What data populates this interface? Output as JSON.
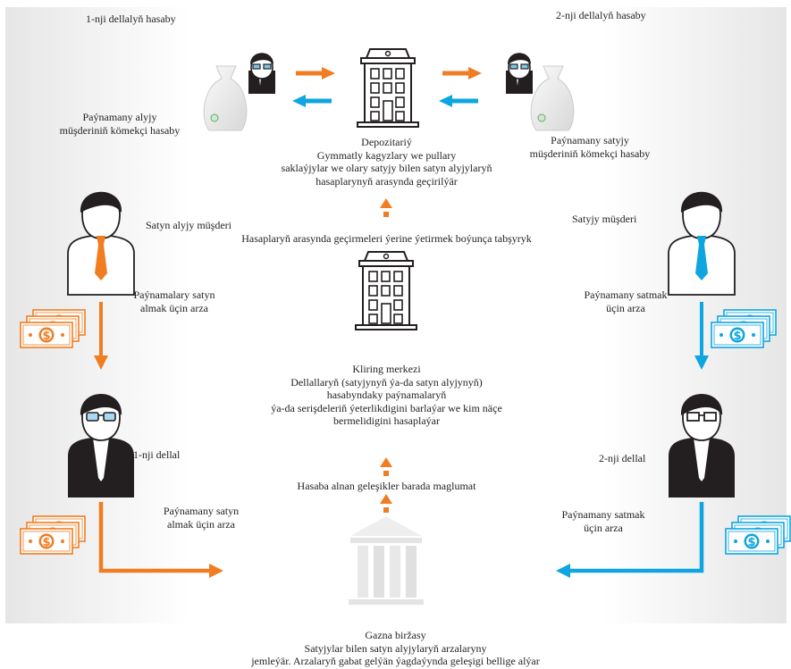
{
  "colors": {
    "orange": "#f07d22",
    "blue": "#0ea5e0",
    "background_gray": "#ececec",
    "dark": "#231f20"
  },
  "labels": {
    "broker1_account": "1-nji dellalyň hasaby",
    "broker2_account": "2-nji dellalyň hasaby",
    "buyer_sub_account": [
      "Paýnamany alyjy",
      "müşderiniň kömekçi hasaby"
    ],
    "seller_sub_account": [
      "Paýnamany satyjy",
      "müşderiniň kömekçi hasaby"
    ],
    "depository": [
      "Depozitariý",
      "Gymmatly kagyzlary we pullary",
      "saklaýjylar we olary satyjy bilen satyn alyjylaryň",
      "hasaplarynyň arasynda geçirilýär"
    ],
    "transfer_order": "Hasaplaryň arasynda geçirmeleri ýerine ýetirmek boýunça tabşyryk",
    "buyer_client": "Satyn alyjy müşderi",
    "seller_client": "Satyjy müşderi",
    "buyer_request": [
      "Paýnamalary satyn",
      "almak üçin arza"
    ],
    "seller_request": [
      "Paýnamany satmak",
      "üçin arza"
    ],
    "clearing": [
      "Kliring merkezi",
      "Dellallaryň (satyjynyň ýa-da satyn alyjynyň)",
      "hasabyndaky paýnamalaryň",
      "ýa-da serişdeleriň ýeterlikdigini barlaýar we kim näçe",
      "bermelidigini hasaplaýar"
    ],
    "broker1": "1-nji dellal",
    "broker2": "2-nji dellal",
    "trades_info": "Hasaba alnan geleşikler barada maglumat",
    "broker1_request": [
      "Paýnamany satyn",
      "almak üçin arza"
    ],
    "broker2_request": [
      "Paýnamany satmak",
      "üçin arza"
    ],
    "exchange": [
      "Gazna biržasy",
      "Satyjylar bilen satyn alyjylaryň arzalaryny",
      "jemleýär. Arzalaryň gabat gelýän ýagdaýynda geleşigi bellige alýar"
    ]
  },
  "icons": [
    "money-bag-icon",
    "broker-with-glasses-icon",
    "bank-building-icon",
    "client-person-icon",
    "banknote-stack-icon",
    "stock-exchange-icon",
    "arrow-icon"
  ]
}
